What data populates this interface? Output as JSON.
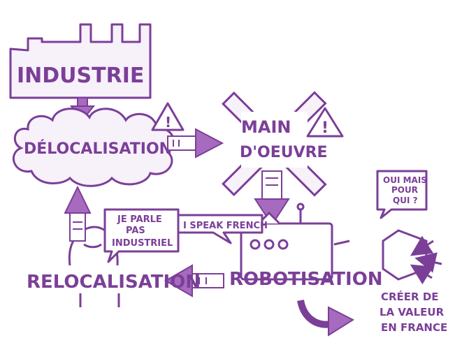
{
  "colors": {
    "ink": "#7b3f98",
    "fill": "#a66bbf",
    "shadow": "#c9a2d8",
    "background": "#ffffff"
  },
  "labels": {
    "industrie": "INDUSTRIE",
    "delocalisation": "DÉLOCALISATION",
    "main_line1": "MAIN",
    "main_line2": "D'OEUVRE",
    "robotisation": "ROBOTISATION",
    "relocalisation": "RELOCALISATION",
    "speech_worker": "JE PARLE PAS INDUSTRIEL",
    "speech_worker_lines": [
      "JE PARLE",
      "PAS",
      "INDUSTRIEL"
    ],
    "speech_robot": "I SPEAK FRENCH",
    "speech_question_lines": [
      "OUI MAIS",
      "POUR",
      "QUI ?"
    ],
    "value_lines": [
      "CRÉER DE",
      "LA VALEUR",
      "EN FRANCE"
    ],
    "warning_symbol": "!"
  },
  "icons": [
    "factory-icon",
    "cloud-icon",
    "warning-icon",
    "crossed-tools-icon",
    "robot-icon",
    "worker-icon",
    "hexagon-icon",
    "arrow-icon"
  ]
}
